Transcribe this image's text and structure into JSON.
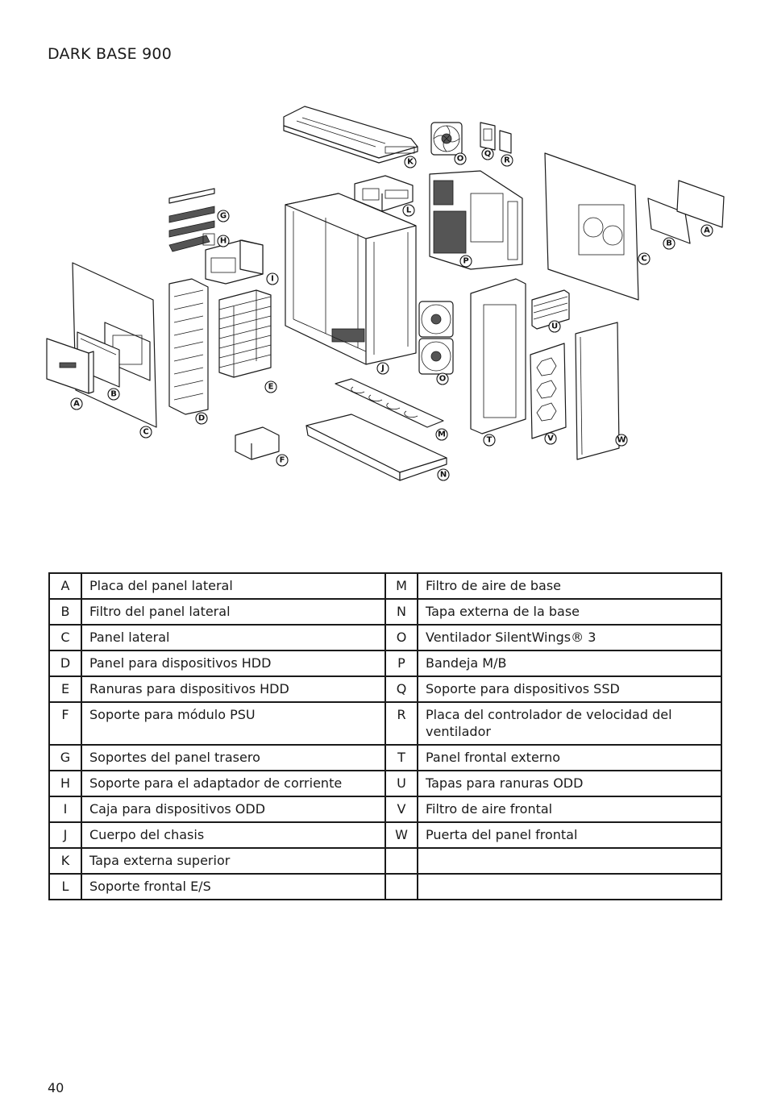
{
  "page": {
    "title": "DARK BASE 900",
    "number": "40"
  },
  "diagram": {
    "callouts": [
      {
        "id": "K",
        "label": "K"
      },
      {
        "id": "O1",
        "label": "O"
      },
      {
        "id": "Q",
        "label": "Q"
      },
      {
        "id": "R",
        "label": "R"
      },
      {
        "id": "L",
        "label": "L"
      },
      {
        "id": "G",
        "label": "G"
      },
      {
        "id": "H",
        "label": "H"
      },
      {
        "id": "A2",
        "label": "A"
      },
      {
        "id": "B2",
        "label": "B"
      },
      {
        "id": "C2",
        "label": "C"
      },
      {
        "id": "P",
        "label": "P"
      },
      {
        "id": "I",
        "label": "I"
      },
      {
        "id": "U",
        "label": "U"
      },
      {
        "id": "J",
        "label": "J"
      },
      {
        "id": "O2",
        "label": "O"
      },
      {
        "id": "E",
        "label": "E"
      },
      {
        "id": "A1",
        "label": "A"
      },
      {
        "id": "B1",
        "label": "B"
      },
      {
        "id": "D",
        "label": "D"
      },
      {
        "id": "C1",
        "label": "C"
      },
      {
        "id": "M",
        "label": "M"
      },
      {
        "id": "T",
        "label": "T"
      },
      {
        "id": "V",
        "label": "V"
      },
      {
        "id": "W",
        "label": "W"
      },
      {
        "id": "F",
        "label": "F"
      },
      {
        "id": "N",
        "label": "N"
      }
    ]
  },
  "parts_table": {
    "rows": [
      {
        "l_letter": "A",
        "l_desc": "Placa del panel lateral",
        "r_letter": "M",
        "r_desc": "Filtro de aire de base"
      },
      {
        "l_letter": "B",
        "l_desc": "Filtro del panel lateral",
        "r_letter": "N",
        "r_desc": "Tapa externa de la base"
      },
      {
        "l_letter": "C",
        "l_desc": "Panel lateral",
        "r_letter": "O",
        "r_desc": "Ventilador SilentWings® 3"
      },
      {
        "l_letter": "D",
        "l_desc": "Panel para dispositivos HDD",
        "r_letter": "P",
        "r_desc": "Bandeja M/B"
      },
      {
        "l_letter": "E",
        "l_desc": "Ranuras para dispositivos HDD",
        "r_letter": "Q",
        "r_desc": "Soporte para dispositivos SSD"
      },
      {
        "l_letter": "F",
        "l_desc": "Soporte para módulo PSU",
        "r_letter": "R",
        "r_desc": "Placa del controlador de velocidad del ventilador"
      },
      {
        "l_letter": "G",
        "l_desc": "Soportes del panel trasero",
        "r_letter": "T",
        "r_desc": "Panel frontal externo"
      },
      {
        "l_letter": "H",
        "l_desc": "Soporte para el adaptador de corriente",
        "r_letter": "U",
        "r_desc": "Tapas para ranuras ODD"
      },
      {
        "l_letter": "I",
        "l_desc": "Caja para dispositivos ODD",
        "r_letter": "V",
        "r_desc": "Filtro de aire frontal"
      },
      {
        "l_letter": "J",
        "l_desc": "Cuerpo del chasis",
        "r_letter": "W",
        "r_desc": "Puerta del panel frontal"
      },
      {
        "l_letter": "K",
        "l_desc": "Tapa externa superior",
        "r_letter": "",
        "r_desc": ""
      },
      {
        "l_letter": "L",
        "l_desc": "Soporte frontal E/S",
        "r_letter": "",
        "r_desc": ""
      }
    ]
  }
}
